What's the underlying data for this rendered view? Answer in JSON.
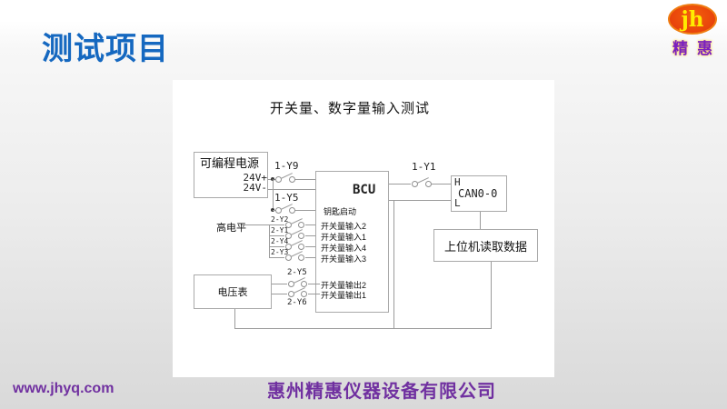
{
  "header": {
    "title": "测试项目",
    "title_color": "#1568c0"
  },
  "logo": {
    "initials": "jh",
    "name": "精 惠",
    "ellipse_color": "#e8430b",
    "rim_color": "#ef7d12",
    "initials_color": "#ffec00",
    "name_color": "#7a1fc0"
  },
  "footer": {
    "website": "www.jhyq.com",
    "company": "惠州精惠仪器设备有限公司",
    "text_color": "#7030a0"
  },
  "diagram": {
    "title": "开关量、数字量输入测试",
    "power_supply": {
      "label": "可编程电源",
      "terminal_plus": "24V+",
      "terminal_minus": "24V-"
    },
    "relays": {
      "y9": "1-Y9",
      "y5": "1-Y5",
      "y1": "1-Y1"
    },
    "high_level_label": "高电平",
    "input_relays": [
      "2-Y2",
      "2-Y1",
      "2-Y4",
      "2-Y3"
    ],
    "output_relays": [
      "2-Y5",
      "2-Y6"
    ],
    "bcu": {
      "label": "BCU",
      "key_start": "钥匙启动",
      "inputs": [
        "开关量输入2",
        "开关量输入1",
        "开关量输入4",
        "开关量输入3"
      ],
      "outputs": [
        "开关量输出2",
        "开关量输出1"
      ]
    },
    "can": {
      "h": "H",
      "label": "CAN0-0",
      "l": "L"
    },
    "host_label": "上位机读取数据",
    "voltmeter_label": "电压表"
  }
}
